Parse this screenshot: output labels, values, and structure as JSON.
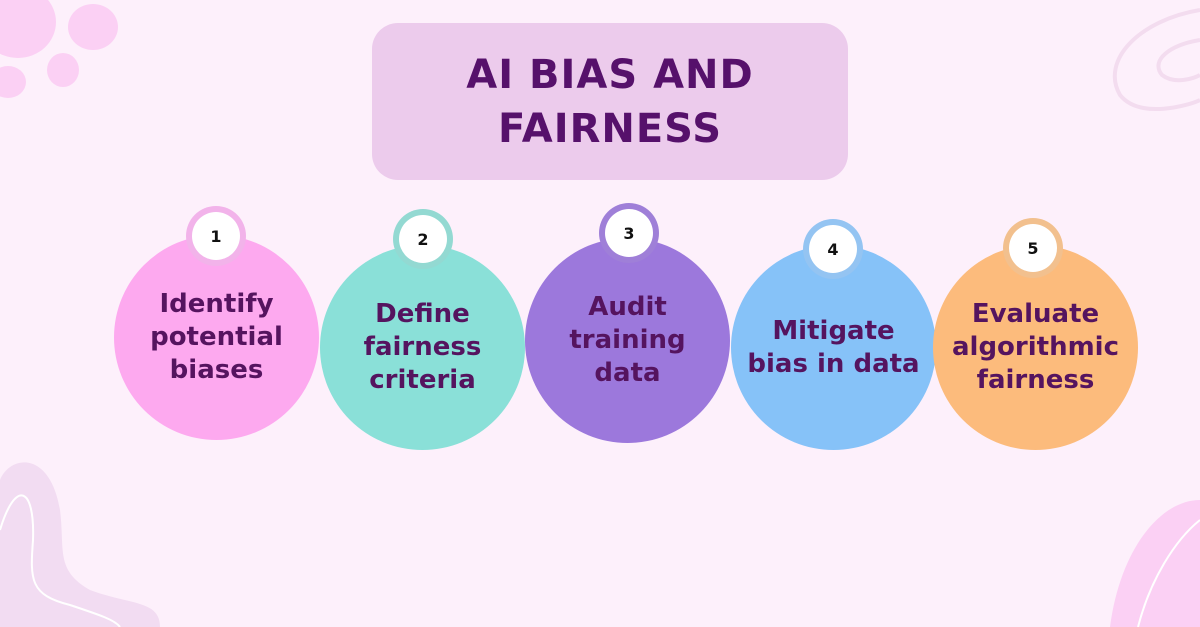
{
  "title": {
    "line1": "AI BIAS AND",
    "line2": "FAIRNESS"
  },
  "colors": {
    "background": "#fdf0fb",
    "title_box": "#eccbec",
    "title_text": "#56116b",
    "label_text": "#55145f"
  },
  "steps": [
    {
      "number": "1",
      "label": "Identify potential biases",
      "color": "#fda9ef",
      "ring": "#f2b3ea"
    },
    {
      "number": "2",
      "label": "Define fairness criteria",
      "color": "#8ae0d8",
      "ring": "#93d9d2"
    },
    {
      "number": "3",
      "label": "Audit training data",
      "color": "#9c78dc",
      "ring": "#9f7fd8"
    },
    {
      "number": "4",
      "label": "Mitigate bias in data",
      "color": "#86c2f8",
      "ring": "#94c4f2"
    },
    {
      "number": "5",
      "label": "Evaluate algorithmic fairness",
      "color": "#fcbb7c",
      "ring": "#f2c08e"
    }
  ]
}
